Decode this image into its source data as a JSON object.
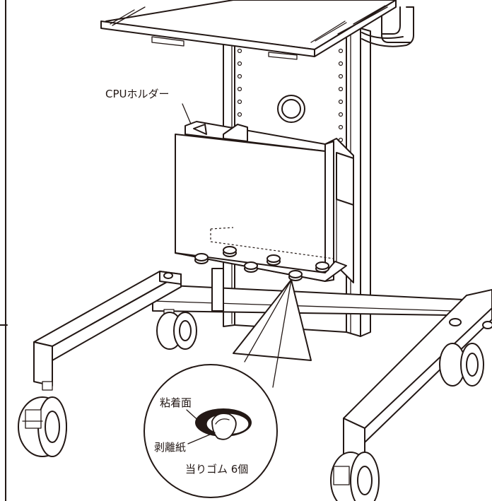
{
  "labels": {
    "cpu_holder": "CPUホルダー",
    "adhesive_side": "粘着面",
    "release_paper": "剥離紙",
    "rubber_feet": "当りゴム 6個"
  },
  "colors": {
    "line": "#231815",
    "background": "#ffffff"
  }
}
